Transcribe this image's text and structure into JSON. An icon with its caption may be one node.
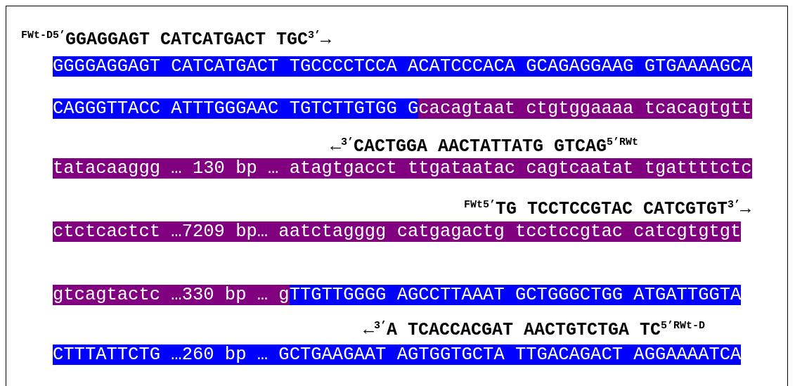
{
  "diagram": {
    "nodes": [
      {
        "text": [
          "GGGGAGGAGT CATCATGACT TGCCCCTCCA ACATCCCACA GCAGAGGAAG GTGAAAAGCA"
        ]
      },
      {
        "text": [
          "CAGGGTTACC ATTTGGGAAC TGTCTTGTGG G"
        ]
      },
      {
        "text": [
          "cacagtaat ctgtggaaaa tcacagtgtt"
        ]
      },
      {
        "text": [
          "tatacaaggg … 130 bp … atagtgacct ttgataatac cagtcaatat tgattttctc"
        ]
      },
      {
        "text": [
          "ctctcactct …7209 bp… aatctagggg catgagactg tcctccgtac catcgtgtgt"
        ]
      },
      {
        "text": [
          "gtcagtactc …330 bp … g"
        ]
      },
      {
        "text": [
          "TTGTTGGGG AGCCTTAAAT GCTGGGCTGG ATGATTGGTA"
        ]
      },
      {
        "text": [
          "CTTTATTCTG …260 bp … GCTGAAGAAT AGTGGTGCTA TTGACAGACT AGGAAAATCA"
        ]
      }
    ],
    "labels": [
      "$^{FWt-D5’}$GGAGGAGT CATCATGACT TGC$^{3’}$→",
      "←$^{3’}$CACTGGA AACTATTATG GTCAG$^{5’RWt}$",
      "$^{FWt5’}$TG TCCTCCGTAC CATCGTGT$^{3’}$→",
      "←$^{3’}$A TCACCACGAT AACTGTCTGA TC$^{5’RWt-D}$"
    ]
  }
}
